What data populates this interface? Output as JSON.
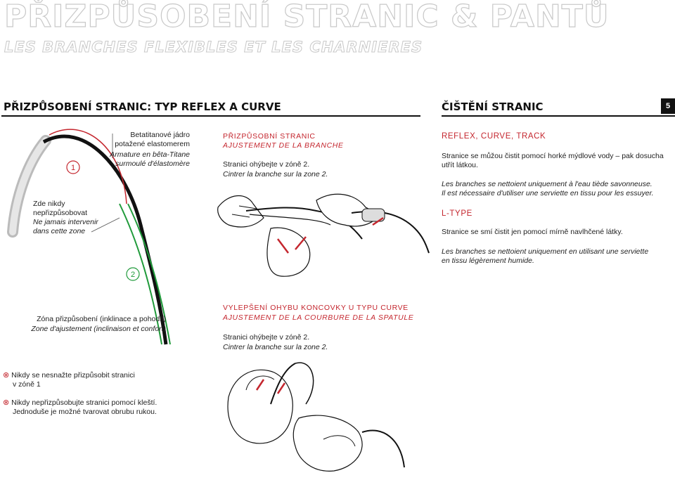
{
  "header": {
    "title": "PŘIZPŮSOBENÍ STRANIC & PANTŮ",
    "subtitle": "LES BRANCHES FLEXIBLES ET LES CHARNIERES"
  },
  "left_section": {
    "title": "PŘIZPŮSOBENÍ STRANIC: TYP REFLEX A CURVE",
    "core_label_cz": [
      "Betatitanové jádro",
      "potažené elastomerem"
    ],
    "core_label_fr": [
      "Armature en bêta-Titane",
      "surmoulé d'élastomère"
    ],
    "no_adjust_cz": [
      "Zde nikdy",
      "nepřizpůsobovat"
    ],
    "no_adjust_fr": [
      "Ne jamais intervenir",
      "dans cette zone"
    ],
    "zone1": "1",
    "zone2": "2",
    "zone_label_cz": "Zóna přizpůsobení (inklinace a pohodlí)",
    "zone_label_fr": "Zone d'ajustement (inclinaison et confort)",
    "temple_heading_cz": "PŘIZPŮSOBNÍ STRANIC",
    "temple_heading_fr": "AJUSTEMENT DE LA BRANCHE",
    "temple_text_cz": "Stranici ohýbejte v zóně 2.",
    "temple_text_fr": "Cintrer la branche sur la zone 2.",
    "tip_heading_cz": "VYLEPŠENÍ OHYBU KONCOVKY U TYPU CURVE",
    "tip_heading_fr": "AJUSTEMENT DE LA COURBURE DE LA SPATULE",
    "tip_text_cz": "Stranici ohýbejte v zóně 2.",
    "tip_text_fr": "Cintrer la branche sur la zone 2.",
    "warnings": [
      [
        "Nikdy se nesnažte přizpůsobit stranici",
        "v zóně 1"
      ],
      [
        "Nikdy nepřizpůsobujte stranici pomocí kleští.",
        "Jednoduše je možné tvarovat obrubu rukou."
      ]
    ],
    "warning_icon": "circle-x-icon"
  },
  "right_section": {
    "title": "ČIŠTĚNÍ STRANIC",
    "page_number": "5",
    "reflex_heading": "REFLEX, CURVE, TRACK",
    "reflex_cz": [
      "Stranice se můžou čistit pomocí horké mýdlové vody – pak dosucha",
      "utřít látkou."
    ],
    "reflex_fr": [
      "Les branches se nettoient uniquement à l'eau tiède savonneuse.",
      "Il est nécessaire d'utiliser une serviette en tissu pour les essuyer."
    ],
    "ltype_heading": "L-TYPE",
    "ltype_cz": "Stranice se smí čistit jen pomocí mírně navlhčené látky.",
    "ltype_fr": [
      "Les branches se nettoient uniquement en utilisant une serviette",
      "en tissu légèrement humide."
    ]
  },
  "colors": {
    "accent": "#c4262e",
    "zone_green": "#1f9a3a",
    "text": "#222222"
  }
}
